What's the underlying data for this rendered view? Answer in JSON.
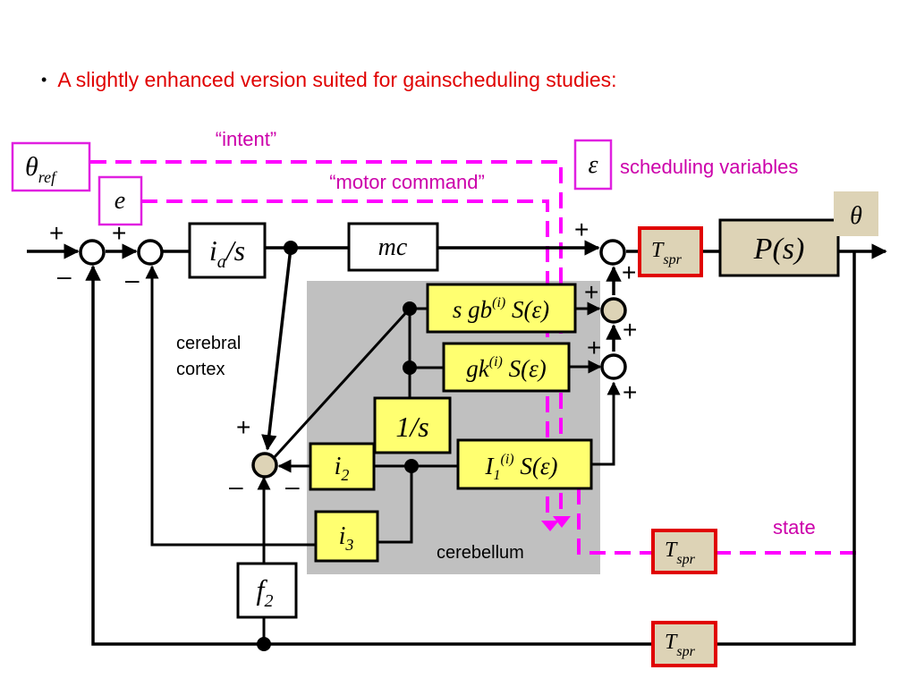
{
  "title": {
    "bullet": "•",
    "text": "A slightly enhanced version suited for gainscheduling studies:"
  },
  "colors": {
    "title": "#e00000",
    "annotation": "#cc00aa",
    "dashed_signal": "#ff00ff",
    "cerebellum_bg": "#c0c0c0",
    "gain_block": "#ffff70",
    "tan_block": "#ddd3b6",
    "delay_border": "#e00000"
  },
  "annotations": {
    "intent": "“intent”",
    "motor_command": "“motor command”",
    "scheduling_variables": "scheduling variables",
    "state": "state",
    "cerebral_cortex_line1": "cerebral",
    "cerebral_cortex_line2": "cortex",
    "cerebellum": "cerebellum"
  },
  "signals": {
    "theta_ref": {
      "main": "θ",
      "sub": "ref"
    },
    "e": "e",
    "epsilon": "ε",
    "theta_out": "θ"
  },
  "blocks": {
    "integrator_ia": {
      "main": "i",
      "sub": "a",
      "tail": "/s"
    },
    "mc": "mc",
    "plant": "P(s)",
    "delay_forward": {
      "main": "T",
      "sub": "spr"
    },
    "delay_state": {
      "main": "T",
      "sub": "spr"
    },
    "delay_feedback": {
      "main": "T",
      "sub": "spr"
    },
    "sgb": {
      "pre": "s gb",
      "sup": "(i)",
      "post": " S(ε)"
    },
    "gk": {
      "pre": "gk",
      "sup": "(i)",
      "post": " S(ε)"
    },
    "one_over_s": "1/s",
    "I1": {
      "pre": "I",
      "sub": "1",
      "sup": "(i)",
      "post": " S(ε)"
    },
    "i2": {
      "main": "i",
      "sub": "2"
    },
    "i3": {
      "main": "i",
      "sub": "3"
    },
    "f2": {
      "main": "f",
      "sub": "2"
    }
  },
  "signs": {
    "plus": "+",
    "minus": "–"
  }
}
